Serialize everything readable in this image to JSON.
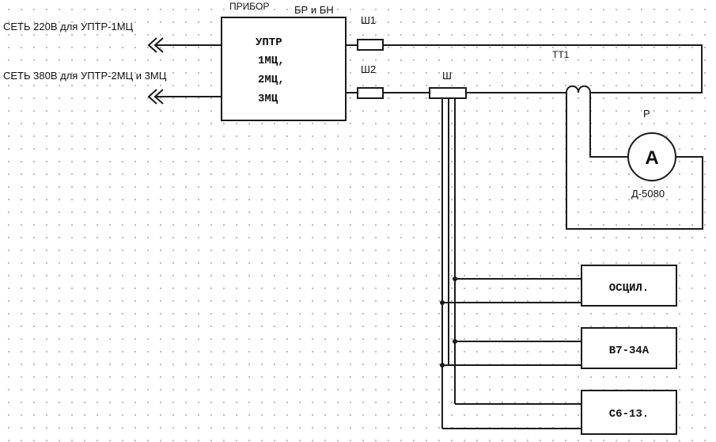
{
  "mains": {
    "line1": "СЕТЬ 220В для УПТР-1МЦ",
    "line2": "СЕТЬ 380В для УПТР-2МЦ и 3МЦ"
  },
  "device": {
    "header": "ПРИБОР",
    "name_lines": [
      "УПТР",
      "1МЦ,",
      "2МЦ,",
      "3МЦ"
    ]
  },
  "outputs_label": "БР и БН",
  "connectors": {
    "sh1": "Ш1",
    "sh2": "Ш2",
    "sh": "Ш"
  },
  "transformer": "ТТ1",
  "ammeter": {
    "ref": "Р",
    "symbol": "А",
    "model": "Д-5080"
  },
  "instruments": [
    "ОСЦИЛ.",
    "В7-34А",
    "С6-13."
  ]
}
